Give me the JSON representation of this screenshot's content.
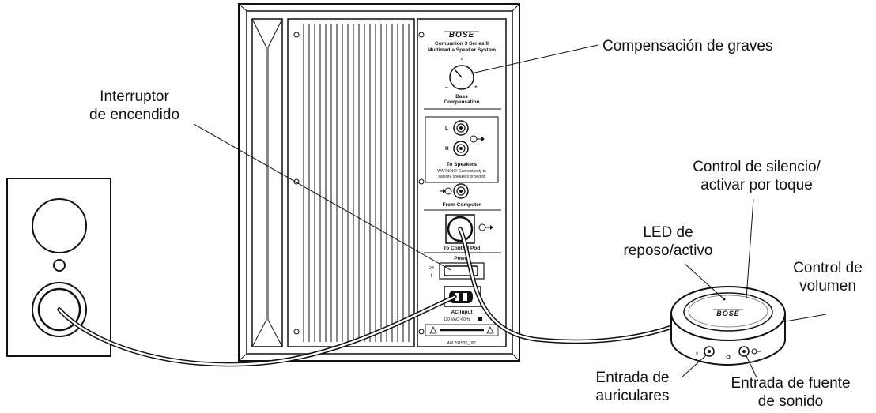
{
  "callouts": {
    "bass": "Compensación de graves",
    "power_switch_1": "Interruptor",
    "power_switch_2": "de encendido",
    "mute_1": "Control de silencio/",
    "mute_2": "activar por toque",
    "led_1": "LED de",
    "led_2": "reposo/activo",
    "volume_1": "Control de",
    "volume_2": "volumen",
    "headphone_1": "Entrada de",
    "headphone_2": "auriculares",
    "source_1": "Entrada de fuente",
    "source_2": "de sonido"
  },
  "panel": {
    "brand": "BOSE",
    "model_1": "Companion 3  Series II",
    "model_2": "Multimedia Speaker System",
    "bass_1": "Bass",
    "bass_2": "Compensation",
    "minus": "–",
    "plus": "+",
    "left": "L",
    "right": "R",
    "to_speakers": "To Speakers",
    "warning_1": "WARNING!  Connect only to",
    "warning_2": "satellite speakers provided",
    "from_computer": "From Computer",
    "to_control_pod": "To Control Pod",
    "power": "Power",
    "off": "Off",
    "on": "I",
    "ac_input": "AC Input",
    "voltage": "120 VAC~60Hz",
    "part_number": "AM 291532_001"
  },
  "pod": {
    "brand": "BOSE"
  }
}
